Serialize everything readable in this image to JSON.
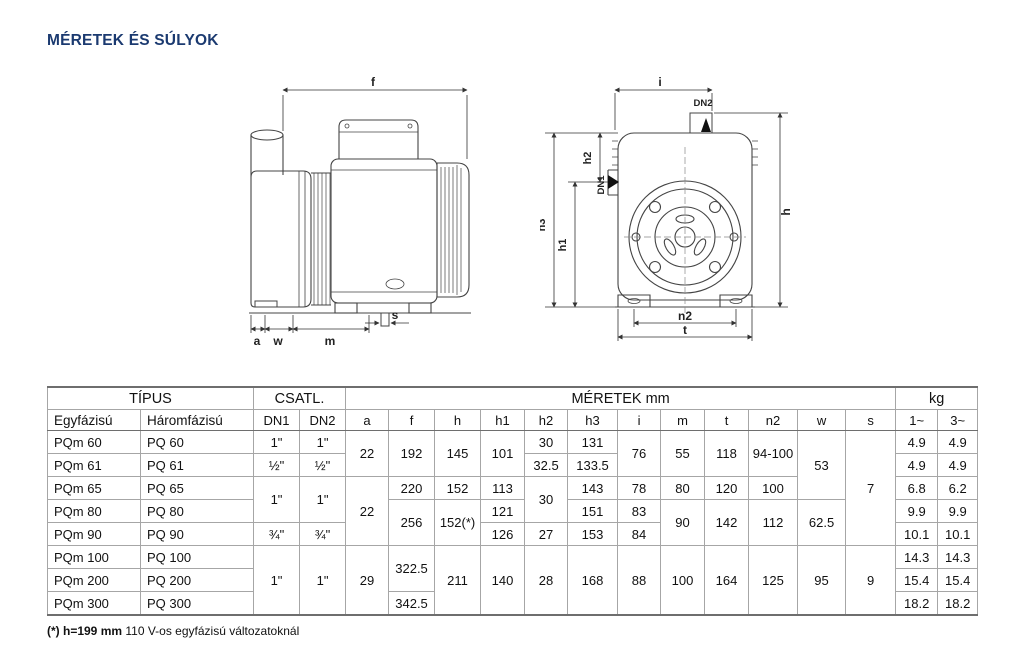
{
  "page": {
    "title": "MÉRETEK ÉS SÚLYOK",
    "accent_color": "#1b3a70"
  },
  "footnote": {
    "bold": "(*) h=199 mm",
    "text": " 110 V-os egyfázisú változatoknál"
  },
  "drawings": {
    "side": {
      "f": "f",
      "a": "a",
      "w": "w",
      "m": "m",
      "s": "s"
    },
    "front": {
      "i": "i",
      "dn2": "DN2",
      "dn1": "DN1",
      "h2": "h2",
      "h3": "h3",
      "h1": "h1",
      "h": "h",
      "n2": "n2",
      "t": "t"
    }
  },
  "table": {
    "head": {
      "tipus": "TÍPUS",
      "csatl": "CSATL.",
      "meretek": "MÉRETEK  mm",
      "kg": "kg",
      "egy": "Egyfázisú",
      "harom": "Háromfázisú",
      "dn1": "DN1",
      "dn2": "DN2",
      "dims": [
        "a",
        "f",
        "h",
        "h1",
        "h2",
        "h3",
        "i",
        "m",
        "t",
        "n2",
        "w",
        "s"
      ],
      "kg1": "1~",
      "kg3": "3~"
    },
    "rows": [
      {
        "egy": "PQm 60",
        "harom": "PQ 60",
        "dn1": "1\"",
        "dn2": "1\"",
        "a": "22",
        "f": "192",
        "h": "145",
        "h1": "101",
        "h2": "30",
        "h3": "131",
        "i": "76",
        "m": "55",
        "t": "118",
        "n2": "94-100",
        "w": "53",
        "s": "7",
        "kg1": "4.9",
        "kg3": "4.9"
      },
      {
        "egy": "PQm 61",
        "harom": "PQ 61",
        "dn1": "½\"",
        "dn2": "½\"",
        "h2": "32.5",
        "h3": "133.5",
        "kg1": "4.9",
        "kg3": "4.9"
      },
      {
        "egy": "PQm 65",
        "harom": "PQ 65",
        "dn1": "1\"",
        "dn2": "1\"",
        "a": "22",
        "f": "220",
        "h": "152",
        "h1": "113",
        "h2": "30",
        "h3": "143",
        "i": "78",
        "m": "80",
        "t": "120",
        "n2": "100",
        "kg1": "6.8",
        "kg3": "6.2"
      },
      {
        "egy": "PQm 80",
        "harom": "PQ 80",
        "f": "256",
        "h": "152(*)",
        "h1": "121",
        "h3": "151",
        "i": "83",
        "m": "90",
        "t": "142",
        "n2": "112",
        "w": "62.5",
        "kg1": "9.9",
        "kg3": "9.9"
      },
      {
        "egy": "PQm 90",
        "harom": "PQ 90",
        "dn1": "¾\"",
        "dn2": "¾\"",
        "h1": "126",
        "h2": "27",
        "h3": "153",
        "i": "84",
        "kg1": "10.1",
        "kg3": "10.1"
      },
      {
        "egy": "PQm 100",
        "harom": "PQ 100",
        "dn1": "1\"",
        "dn2": "1\"",
        "a": "29",
        "f": "322.5",
        "h": "211",
        "h1": "140",
        "h2": "28",
        "h3": "168",
        "i": "88",
        "m": "100",
        "t": "164",
        "n2": "125",
        "w": "95",
        "s": "9",
        "kg1": "14.3",
        "kg3": "14.3"
      },
      {
        "egy": "PQm 200",
        "harom": "PQ 200",
        "kg1": "15.4",
        "kg3": "15.4"
      },
      {
        "egy": "PQm 300",
        "harom": "PQ 300",
        "f": "342.5",
        "kg1": "18.2",
        "kg3": "18.2"
      }
    ]
  }
}
